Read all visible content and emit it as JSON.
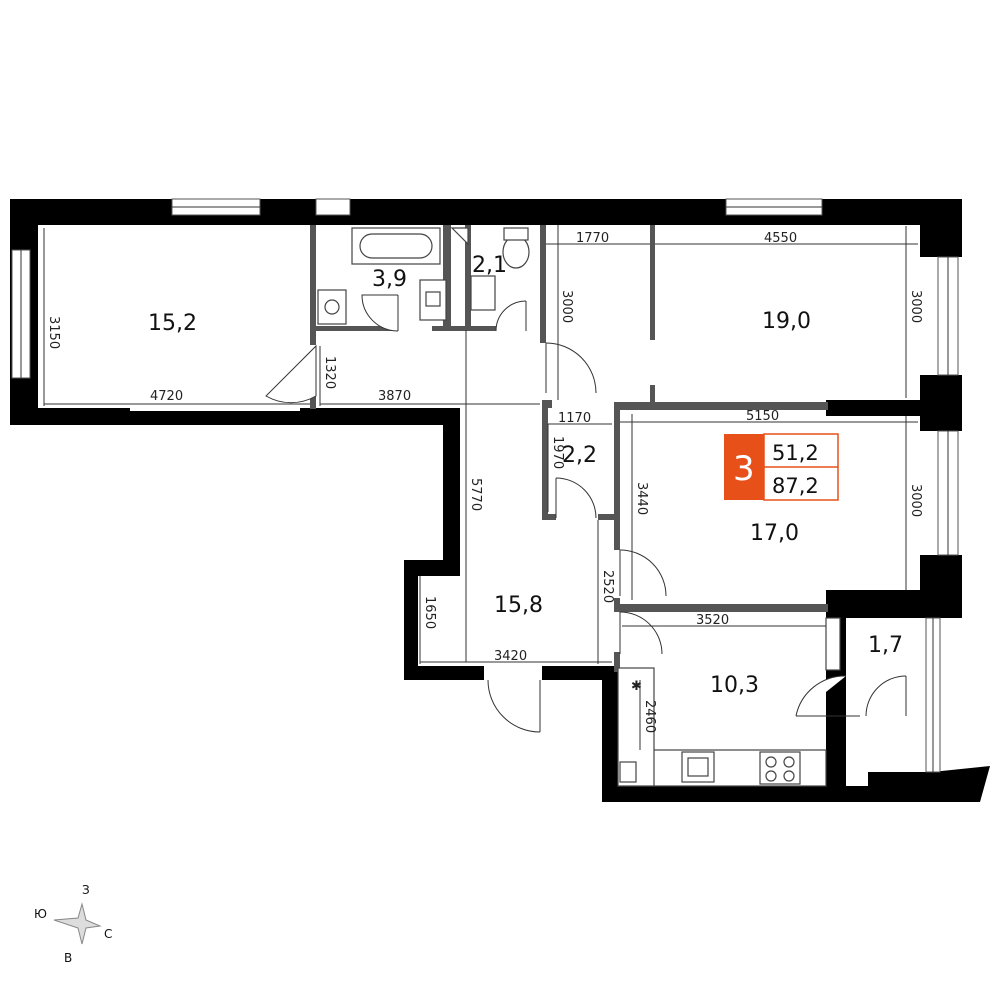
{
  "rooms": [
    {
      "id": "living-left",
      "area": "15,2"
    },
    {
      "id": "bathroom",
      "area": "3,9"
    },
    {
      "id": "toilet",
      "area": "2,1"
    },
    {
      "id": "bedroom-top-right",
      "area": "19,0"
    },
    {
      "id": "storage",
      "area": "2,2"
    },
    {
      "id": "bedroom-right",
      "area": "17,0"
    },
    {
      "id": "hall",
      "area": "15,8"
    },
    {
      "id": "kitchen",
      "area": "10,3"
    },
    {
      "id": "balcony",
      "area": "1,7"
    }
  ],
  "dimensions": [
    "3150",
    "4720",
    "1320",
    "3870",
    "5770",
    "1770",
    "4550",
    "3000",
    "3000",
    "1170",
    "1970",
    "5150",
    "3440",
    "3000",
    "2520",
    "1650",
    "3420",
    "3520",
    "2460"
  ],
  "badge": {
    "rooms": "3",
    "living_area": "51,2",
    "total_area": "87,2",
    "accent": "#e8501a"
  },
  "compass": {
    "north": "З",
    "south": "В",
    "east": "С",
    "west": "Ю"
  }
}
